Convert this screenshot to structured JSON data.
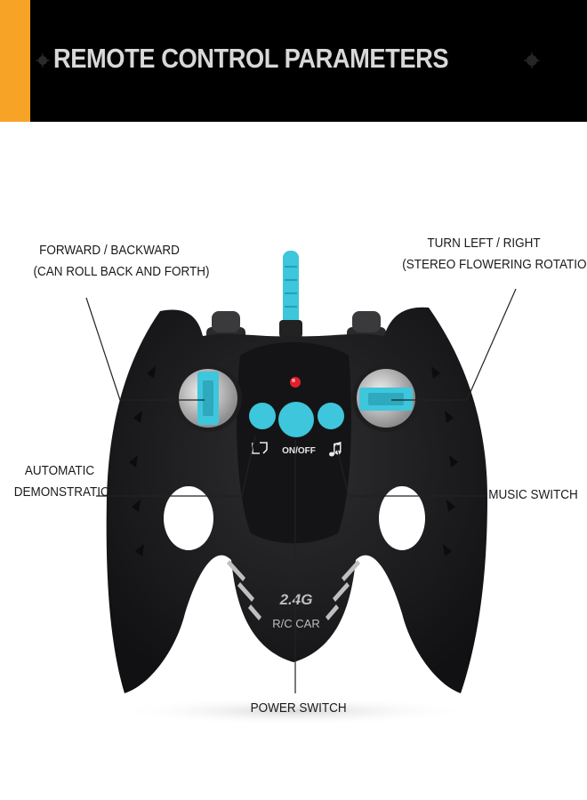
{
  "header": {
    "title": "REMOTE CONTROL PARAMETERS",
    "accent_color": "#f7a325",
    "background_color": "#000000"
  },
  "controller": {
    "body_color": "#1b1b1d",
    "button_color": "#3ec6dc",
    "frequency_text": "2.4G",
    "model_text": "R/C CAR",
    "power_label": "ON/OFF",
    "demo_icon": "demo-icon",
    "music_icon": "music-note-icon"
  },
  "callouts": {
    "forward_backward": {
      "line1": "FORWARD / BACKWARD",
      "line2": "(CAN ROLL BACK AND FORTH)"
    },
    "turn_left_right": {
      "line1": "TURN LEFT / RIGHT",
      "line2": "(STEREO FLOWERING ROTATION)"
    },
    "automatic_demo": {
      "line1": "AUTOMATIC",
      "line2": "DEMONSTRATION"
    },
    "music_switch": "MUSIC SWITCH",
    "power_switch": "POWER SWITCH"
  }
}
